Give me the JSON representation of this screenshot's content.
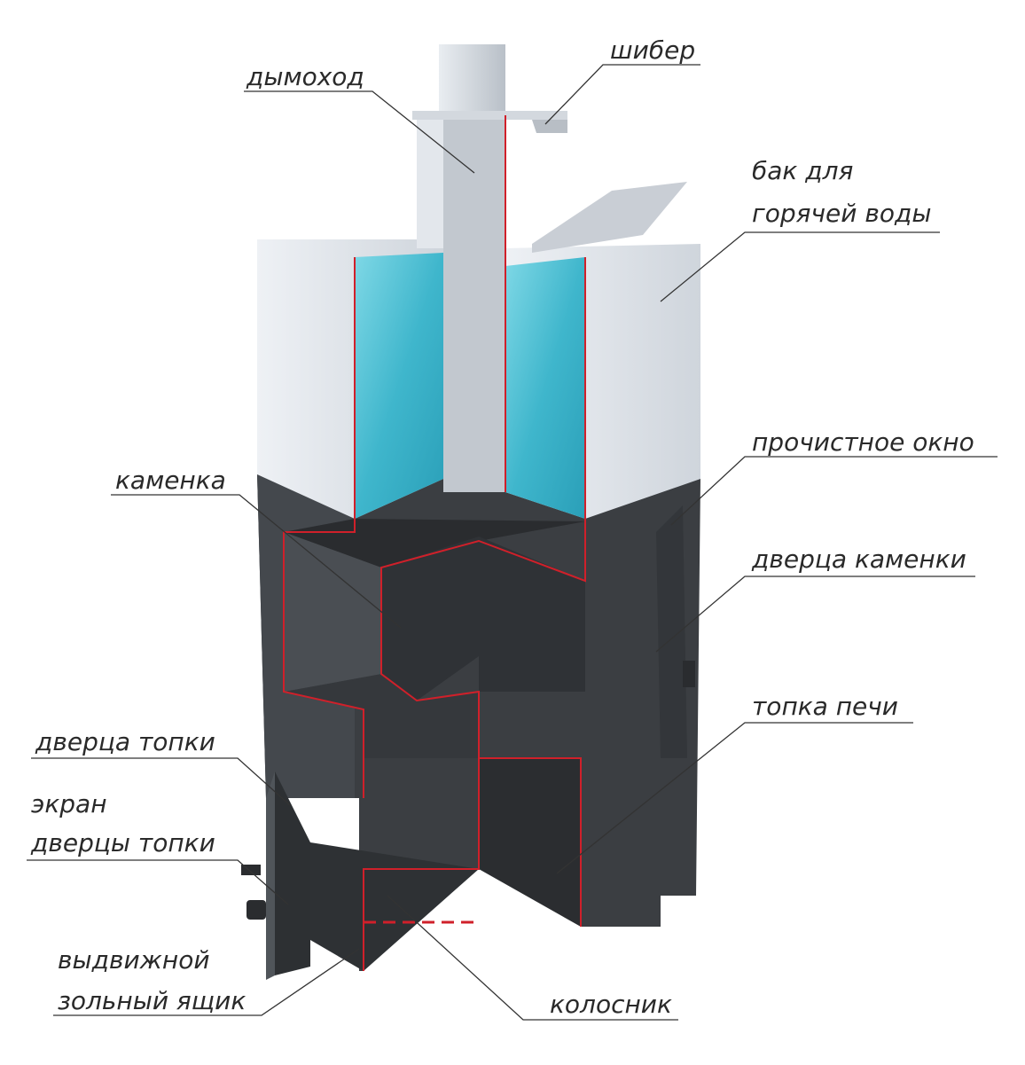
{
  "title": "Устройство банной печи с баком",
  "labels": {
    "chimney": "дымоход",
    "damper": "шибер",
    "tank_line1": "бак для",
    "tank_line2": "горячей воды",
    "cleaning_window": "прочистное окно",
    "heater": "каменка",
    "heater_door": "дверца каменки",
    "firebox": "топка печи",
    "firebox_door": "дверца топки",
    "screen_line1": "экран",
    "screen_line2": "дверцы топки",
    "ash_line1": "выдвижной",
    "ash_line2": "зольный ящик",
    "grate": "колосник"
  },
  "colors": {
    "body": "#3b3e42",
    "cut": "#d0202a",
    "water": "#4fc3d6",
    "tank": "#dfe3e8",
    "leader": "#333333"
  }
}
